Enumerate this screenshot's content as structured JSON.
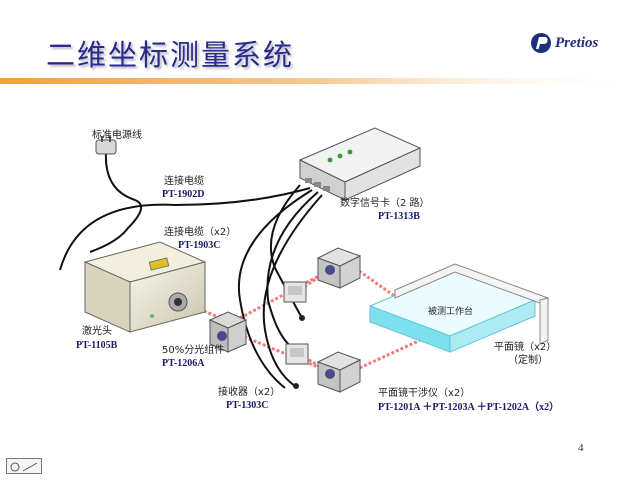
{
  "slide": {
    "title": "二维坐标测量系统",
    "brand": "Pretios",
    "page_number": "4"
  },
  "labels": {
    "power_cable": "标准电源线",
    "cable1_name": "连接电缆",
    "cable1_code": "PT-1902D",
    "daq_name": "数字信号卡（2 路）",
    "daq_code": "PT-1313B",
    "cable2_name": "连接电缆（x2）",
    "cable2_code": "PT-1903C",
    "laser_name": "激光头",
    "laser_code": "PT-1105B",
    "splitter_name": "50%分光组件",
    "splitter_code": "PT-1206A",
    "receiver_name": "接收器（x2）",
    "receiver_code": "PT-1303C",
    "table_name": "被测工作台",
    "mirror_name": "平面镜（x2）",
    "mirror_note": "（定制）",
    "interferometer_name": "平面镜干涉仪（x2）",
    "interferometer_code": "PT-1201A ＋PT-1203A ＋PT-1202A（x2）"
  },
  "colors": {
    "title": "#2a2a8a",
    "accent_bar": "#f2a040",
    "laser_beam": "#f07070",
    "table_glass": "#7ee0ee"
  }
}
